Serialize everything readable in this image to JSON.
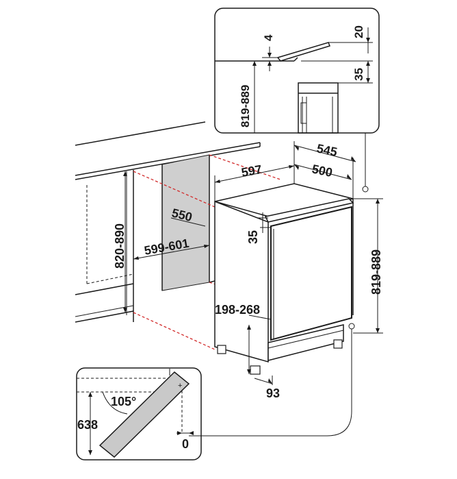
{
  "dimensions": {
    "detail_top": {
      "gap": "4",
      "lid": "20",
      "recess": "35",
      "height_range": "819-889"
    },
    "cabinet": {
      "niche_height": "820-890",
      "niche_width": "599-601",
      "niche_depth": "550"
    },
    "appliance": {
      "width": "597",
      "depth_total": "545",
      "depth_body": "500",
      "height": "819-889",
      "top_offset": "35",
      "plinth_height": "198-268",
      "foot_depth": "93"
    },
    "detail_door": {
      "angle": "105°",
      "swing": "638",
      "offset": "0"
    }
  }
}
